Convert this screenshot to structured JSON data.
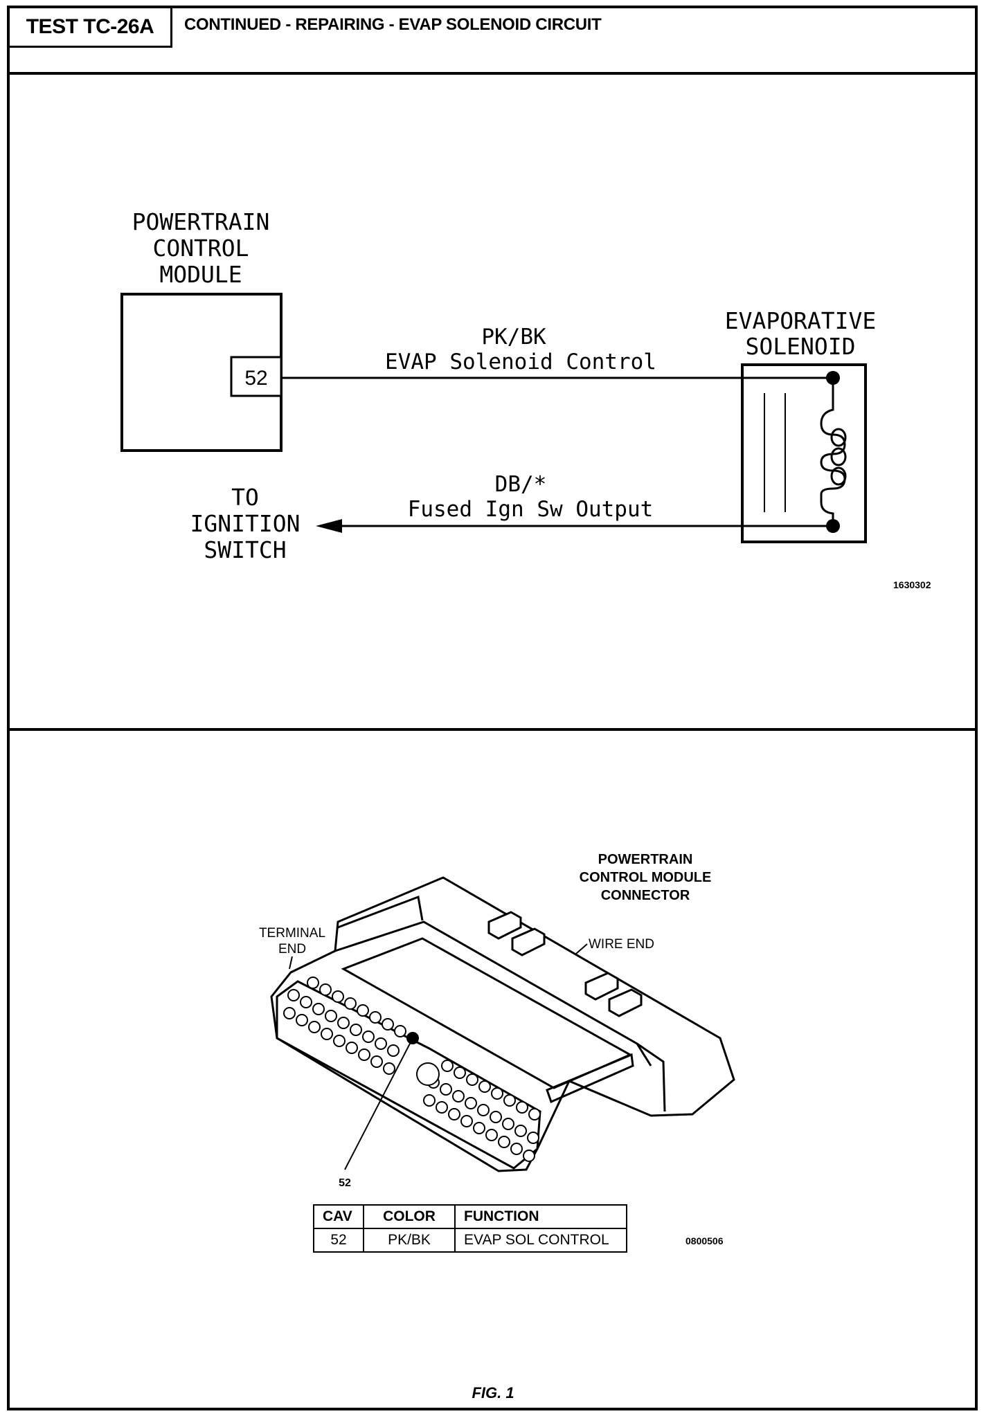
{
  "header": {
    "test_id": "TEST TC-26A",
    "title": "CONTINUED - REPAIRING - EVAP SOLENOID CIRCUIT"
  },
  "schematic": {
    "pcm_label": [
      "POWERTRAIN",
      "CONTROL",
      "MODULE"
    ],
    "pcm_pin": "52",
    "solenoid_label": [
      "EVAPORATIVE",
      "SOLENOID"
    ],
    "wire1_color": "PK/BK",
    "wire1_function": "EVAP Solenoid Control",
    "wire2_color": "DB/*",
    "wire2_function": "Fused Ign Sw Output",
    "ignition_label": [
      "TO",
      "IGNITION",
      "SWITCH"
    ],
    "figure_code": "1630302"
  },
  "connector": {
    "title": [
      "POWERTRAIN",
      "CONTROL MODULE",
      "CONNECTOR"
    ],
    "terminal_end": [
      "TERMINAL",
      "END"
    ],
    "wire_end": "WIRE END",
    "callout": "52",
    "figure_code": "0800506"
  },
  "table": {
    "headers": [
      "CAV",
      "COLOR",
      "FUNCTION"
    ],
    "rows": [
      [
        "52",
        "PK/BK",
        "EVAP SOL CONTROL"
      ]
    ]
  },
  "caption": "FIG. 1"
}
